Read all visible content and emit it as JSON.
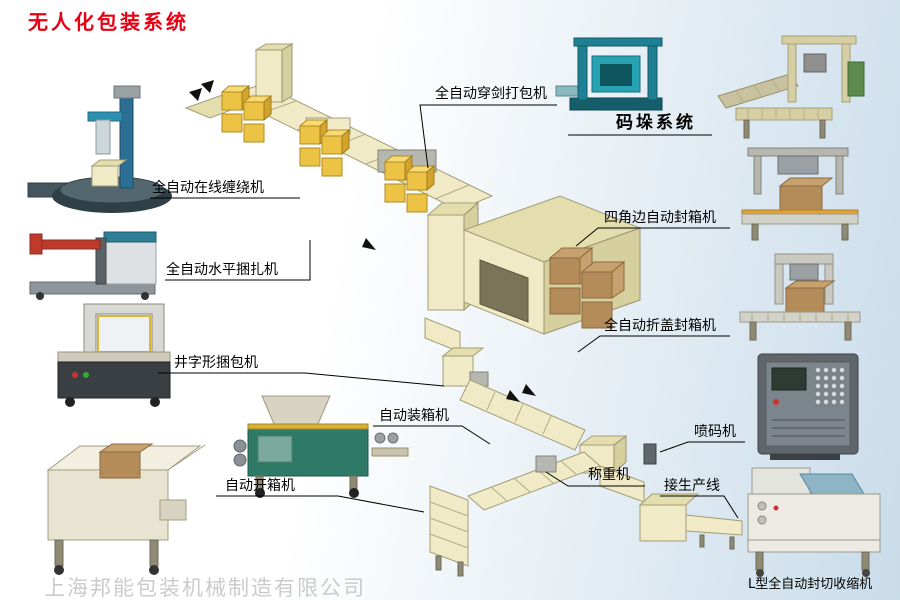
{
  "title": "无人化包装系统",
  "watermark": "上海邦能包装机械制造有限公司",
  "labels": {
    "strapping": "全自动穿剑打包机",
    "palletizing": "码垛系统",
    "inline_wrapping": "全自动在线缠绕机",
    "horizontal_strapping": "全自动水平捆扎机",
    "corner_sealing": "四角边自动封箱机",
    "flap_sealing": "全自动折盖封箱机",
    "grid_strapping": "井字形捆包机",
    "case_packing": "自动装箱机",
    "inkjet_coding": "喷码机",
    "case_opening": "自动开箱机",
    "weighing": "称重机",
    "production_line": "接生产线",
    "l_shrink": "L型全自动封切收缩机"
  },
  "colors": {
    "title": "#e60012",
    "label_text": "#000000",
    "watermark": "#c3c3c3",
    "background_left": "#ffffff",
    "background_right": "#c9dcea",
    "conveyor_cream": "#f0ebc6",
    "carton_yellow": "#ecc344",
    "carton_brown": "#b48c5a",
    "machine_teal": "#1f8093"
  },
  "illustrations": [
    "pallet-wrapping-machine",
    "horizontal-strapping-machine",
    "grid-strapping-machine",
    "case-opening-machine",
    "top-conveyor-with-cartons",
    "central-packaging-plant",
    "case-packing-machine",
    "palletizer-small",
    "palletizer-large",
    "corner-sealing-machine",
    "flap-sealing-machine",
    "inkjet-printer",
    "l-sealer-shrink-machine",
    "bottom-conveyor-network"
  ]
}
